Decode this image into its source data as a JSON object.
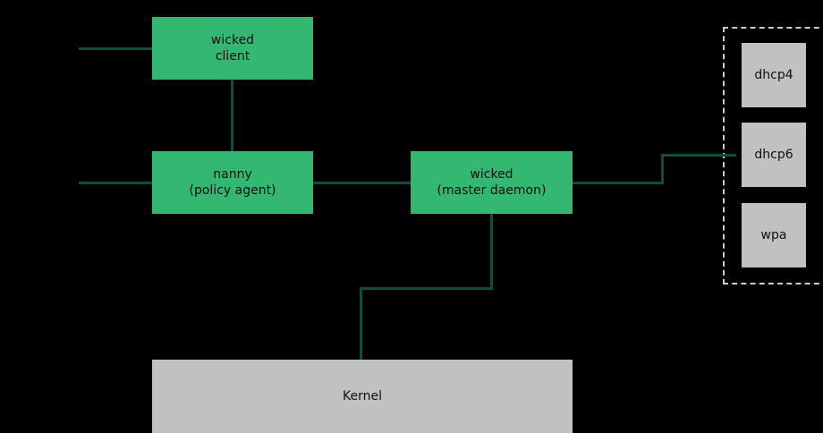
{
  "diagram": {
    "type": "architecture-block-diagram",
    "background_color": "#000000",
    "palette": {
      "node_green": "#33b771",
      "node_gray": "#bfc1c3",
      "connector": "#154a41",
      "group_border": "#c9cbcd",
      "label_text": "#111111"
    },
    "nodes": [
      {
        "id": "wicked-client",
        "line1": "wicked",
        "line2": "client",
        "style": "green"
      },
      {
        "id": "nanny",
        "line1": "nanny",
        "line2": "(policy agent)",
        "style": "green"
      },
      {
        "id": "wicked-master",
        "line1": "wicked",
        "line2": "(master daemon)",
        "style": "green"
      },
      {
        "id": "kernel",
        "line1": "Kernel",
        "line2": "",
        "style": "gray"
      },
      {
        "id": "dhcp4",
        "line1": "dhcp4",
        "line2": "",
        "style": "gray"
      },
      {
        "id": "dhcp6",
        "line1": "dhcp6",
        "line2": "",
        "style": "gray"
      },
      {
        "id": "wpa",
        "line1": "wpa",
        "line2": "",
        "style": "gray"
      }
    ],
    "group": {
      "id": "supplicants-group",
      "label": "",
      "border_style": "dashed",
      "members": [
        "dhcp4",
        "dhcp6",
        "wpa"
      ]
    },
    "connectors": [
      {
        "id": "client-left-stub",
        "from": "",
        "to": "wicked-client"
      },
      {
        "id": "nanny-left-stub",
        "from": "",
        "to": "nanny"
      },
      {
        "id": "client-to-nanny",
        "from": "wicked-client",
        "to": "nanny"
      },
      {
        "id": "nanny-to-master",
        "from": "nanny",
        "to": "wicked-master"
      },
      {
        "id": "master-to-dhcp6",
        "from": "wicked-master",
        "to": "dhcp6"
      },
      {
        "id": "master-to-kernel",
        "from": "wicked-master",
        "to": "kernel"
      }
    ]
  }
}
